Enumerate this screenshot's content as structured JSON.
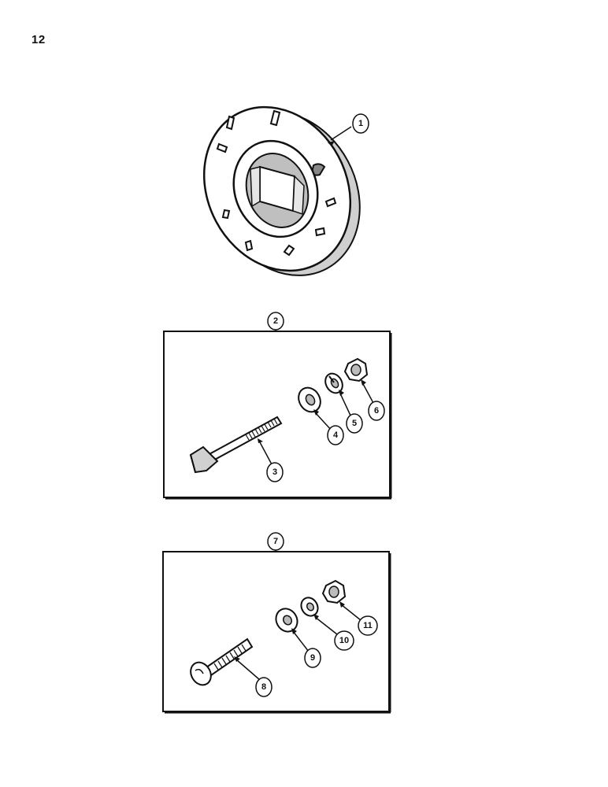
{
  "page": {
    "number": "12"
  },
  "callouts": {
    "c1": "1",
    "c2": "2",
    "c3": "3",
    "c4": "4",
    "c5": "5",
    "c6": "6",
    "c7": "7",
    "c8": "8",
    "c9": "9",
    "c10": "10",
    "c11": "11"
  },
  "colors": {
    "ink": "#111111",
    "paper": "#ffffff",
    "shade": "#d9d9d9"
  }
}
